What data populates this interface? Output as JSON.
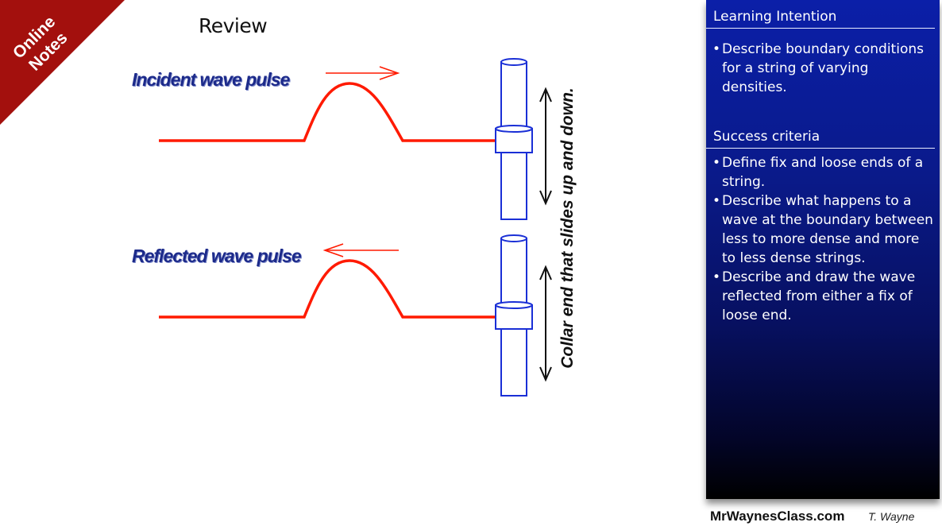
{
  "banner": {
    "text_line1": "Online",
    "text_line2": "Notes",
    "color": "#a3100d"
  },
  "slide": {
    "title": "Review",
    "incident_label": "Incident wave pulse",
    "reflected_label": "Reflected wave pulse",
    "side_caption": "Collar end that slides up and down.",
    "wave_color": "#ff1a00",
    "label_color": "#1c2a8a",
    "rod_color": "#1a2fd6"
  },
  "panel": {
    "learning_heading": "Learning Intention",
    "learning_items": [
      "Describe boundary conditions for a string of varying densities."
    ],
    "success_heading": "Success criteria",
    "success_items": [
      "Define fix and loose ends of a string.",
      "Describe what happens to a wave at the boundary between less to more dense and more to less dense strings.",
      "Describe and draw the wave reflected from either a fix of loose end."
    ],
    "bullet": "•"
  },
  "footer": {
    "site": "MrWaynesClass.com",
    "author": "T. Wayne"
  }
}
